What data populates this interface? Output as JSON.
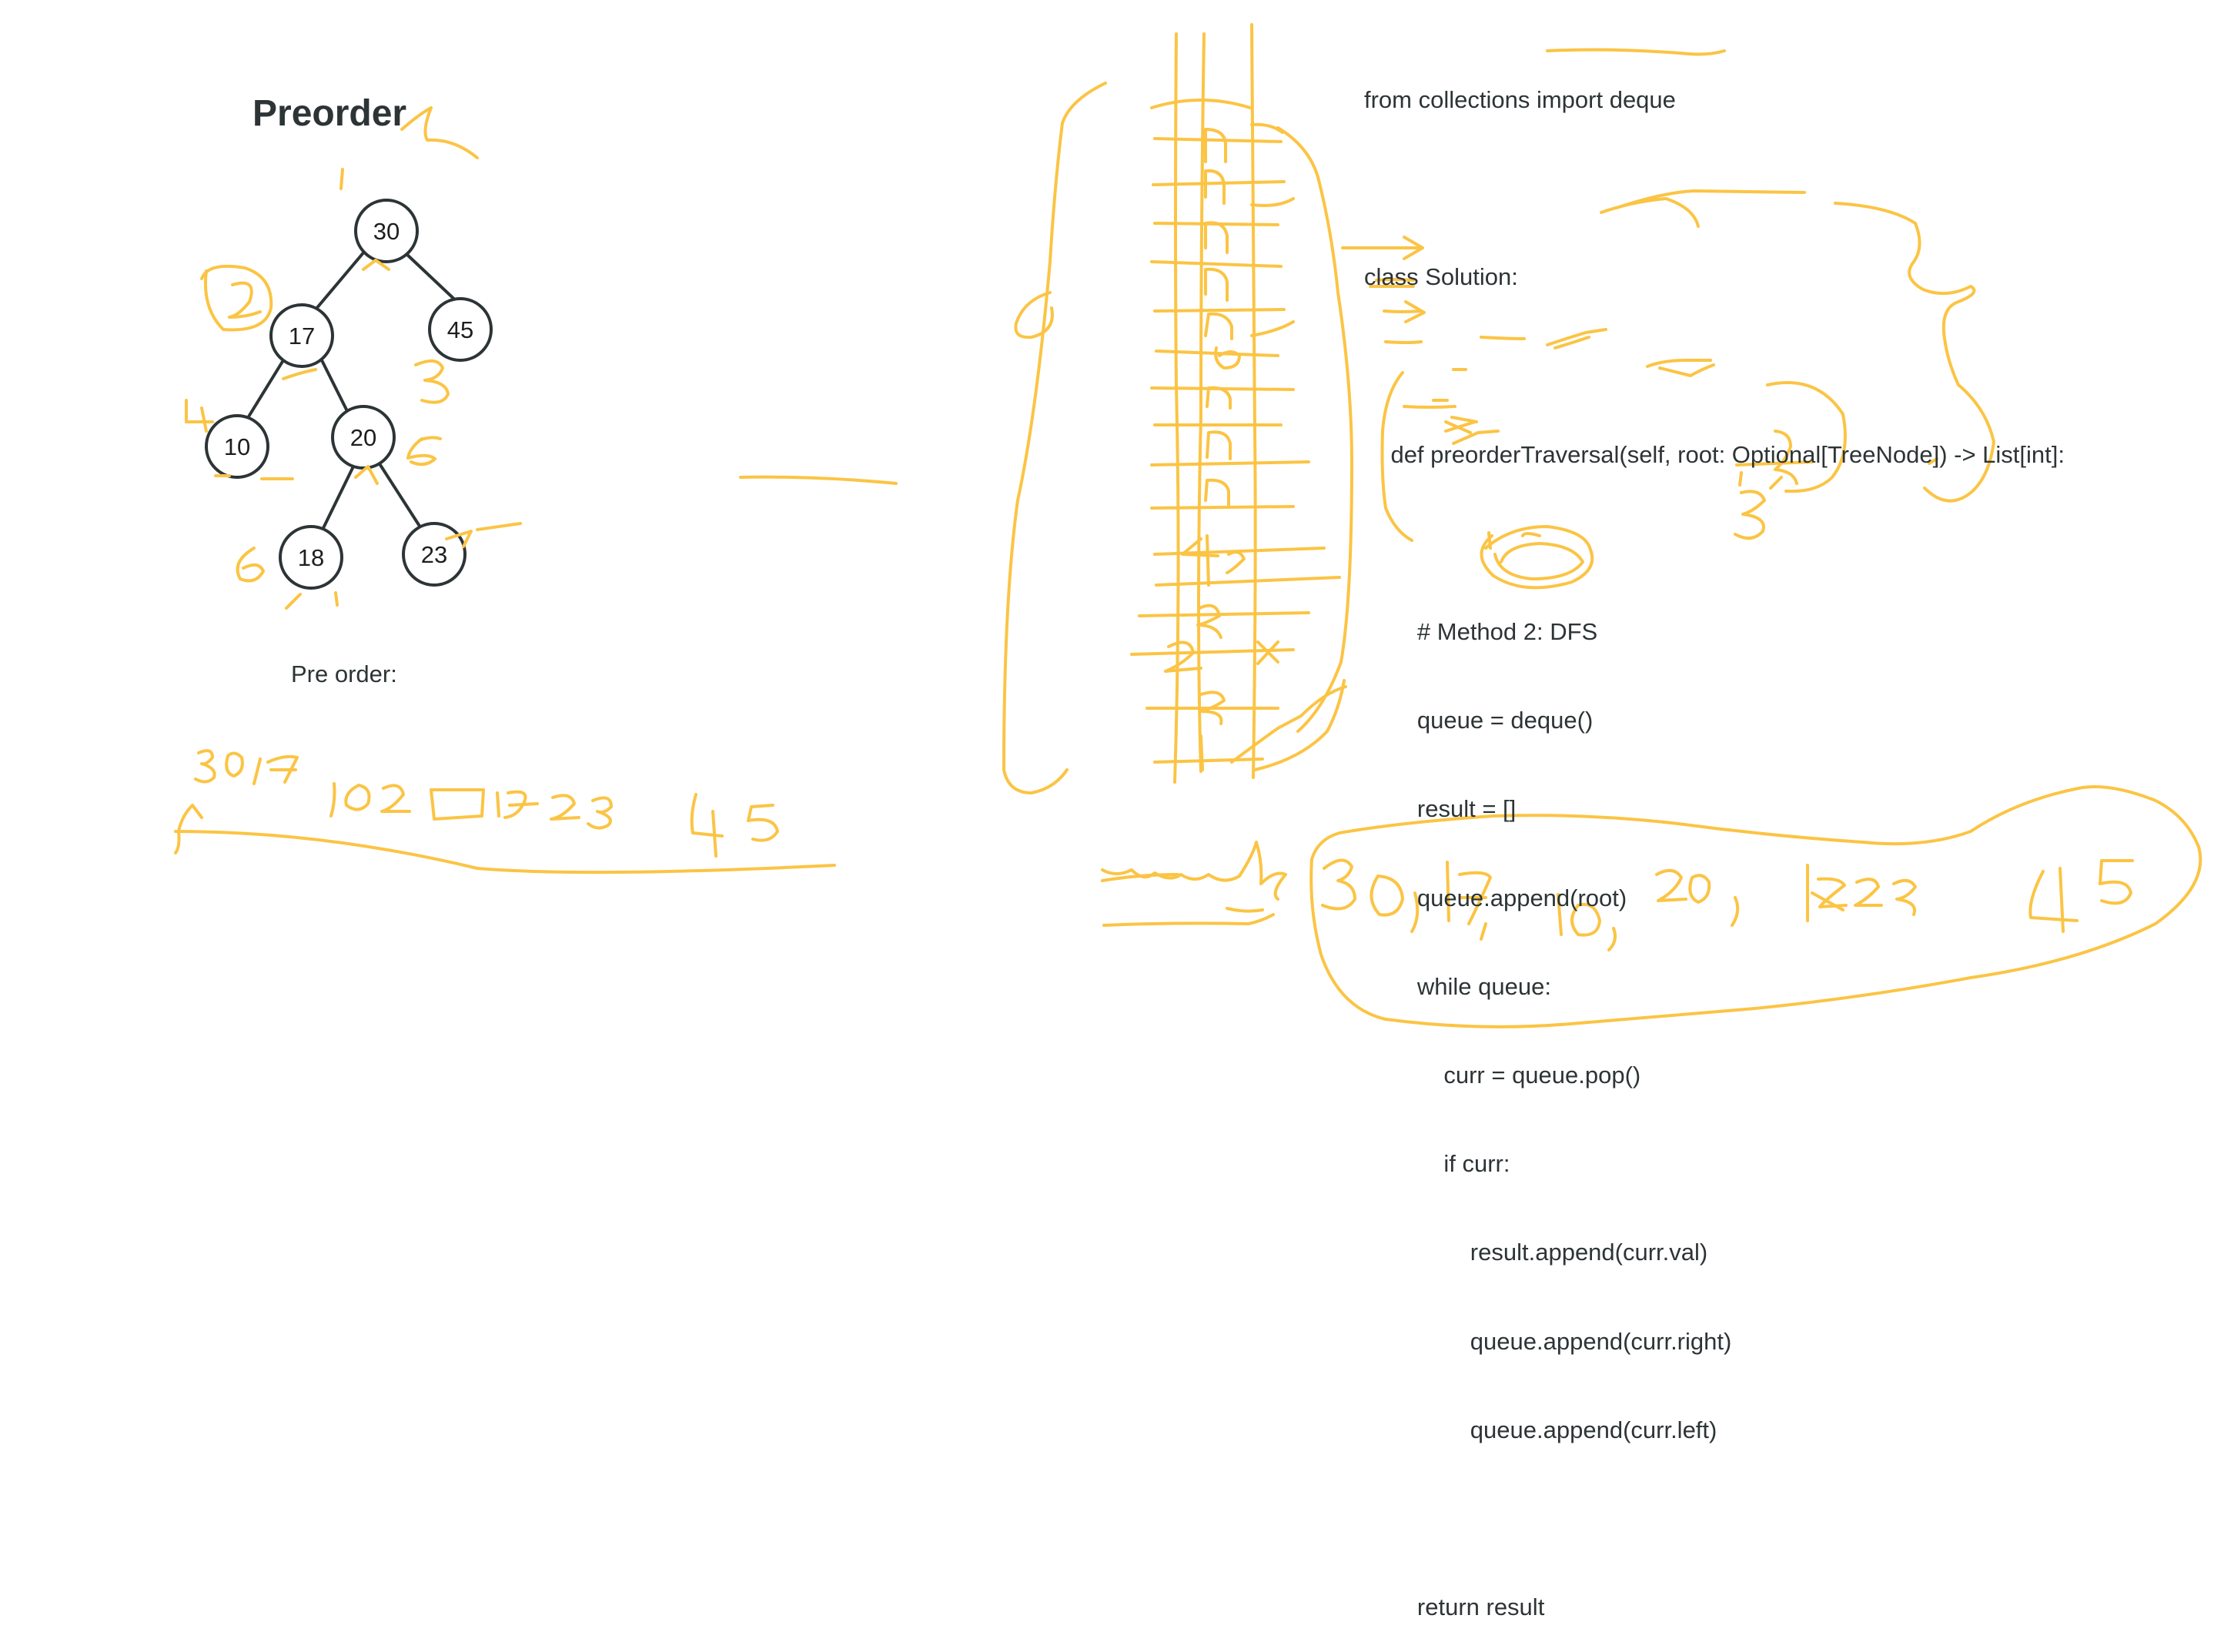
{
  "title": "Preorder",
  "tree": {
    "nodes": [
      {
        "id": "n30",
        "label": "30"
      },
      {
        "id": "n17",
        "label": "17"
      },
      {
        "id": "n45",
        "label": "45"
      },
      {
        "id": "n10",
        "label": "10"
      },
      {
        "id": "n20",
        "label": "20"
      },
      {
        "id": "n18",
        "label": "18"
      },
      {
        "id": "n23",
        "label": "23"
      }
    ],
    "edges": [
      [
        "n30",
        "n17"
      ],
      [
        "n30",
        "n45"
      ],
      [
        "n17",
        "n10"
      ],
      [
        "n17",
        "n20"
      ],
      [
        "n20",
        "n18"
      ],
      [
        "n20",
        "n23"
      ]
    ]
  },
  "preorder_label": "Pre order:",
  "code": {
    "lines": [
      "from collections import deque",
      "",
      "class Solution:",
      "",
      "    def preorderTraversal(self, root: Optional[TreeNode]) -> List[int]:",
      "",
      "        # Method 2: DFS",
      "        queue = deque()",
      "        result = []",
      "        queue.append(root)",
      "        while queue:",
      "            curr = queue.pop()",
      "            if curr:",
      "                result.append(curr.val)",
      "                queue.append(curr.right)",
      "                queue.append(curr.left)",
      "",
      "        return result"
    ]
  },
  "colors": {
    "ink": "#fbc444",
    "text": "#2d3436",
    "node_stroke": "#2d3436",
    "background": "#ffffff"
  }
}
